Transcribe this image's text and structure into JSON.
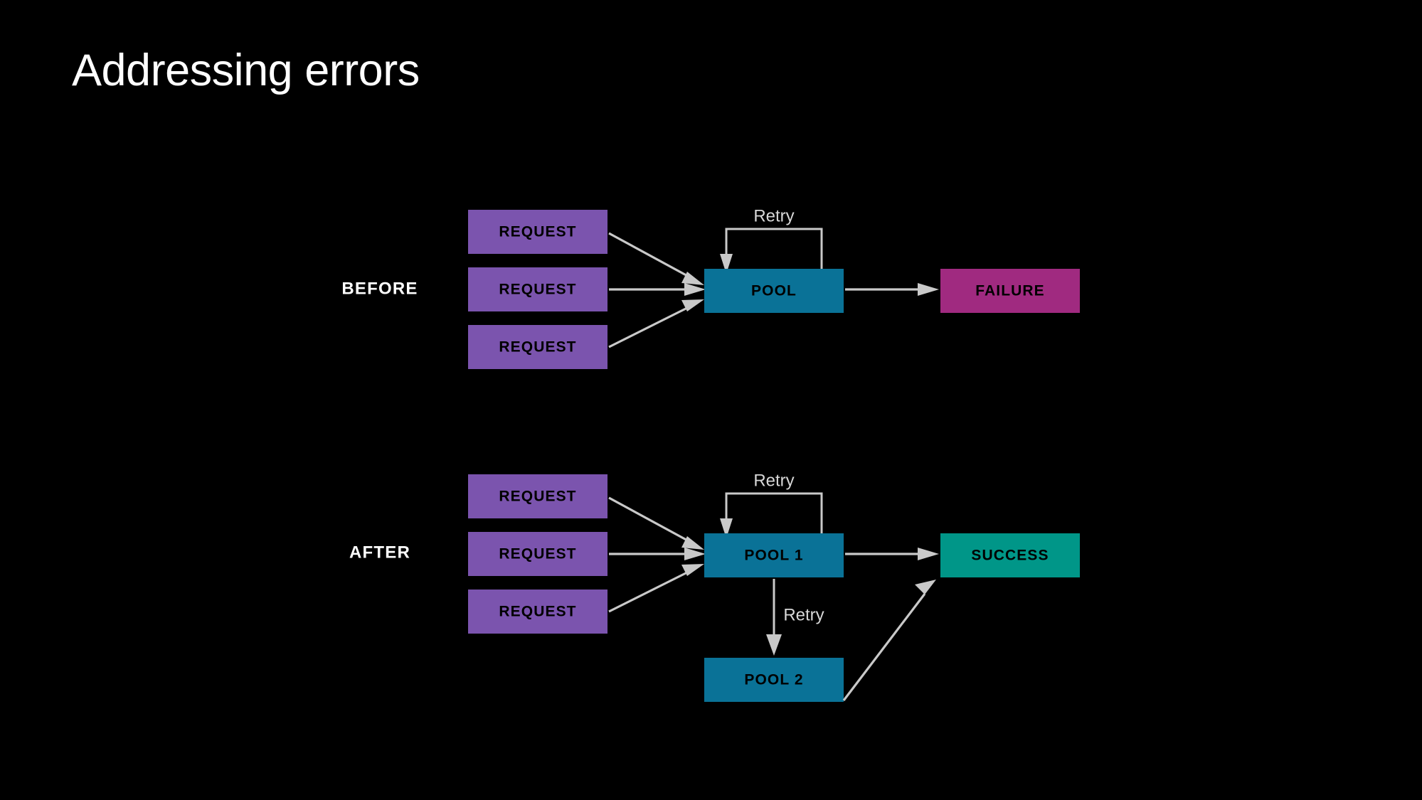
{
  "slide": {
    "title": "Addressing errors",
    "background_color": "#000000"
  },
  "colors": {
    "request": "#7b54ae",
    "pool": "#0a7297",
    "failure": "#a02a80",
    "success": "#009688",
    "arrow": "#c9c9c9",
    "title_text": "#ffffff",
    "box_text": "#000000",
    "retry_text": "#d8d8d8"
  },
  "sections": [
    {
      "id": "before",
      "label": "BEFORE",
      "requests": [
        {
          "label": "REQUEST"
        },
        {
          "label": "REQUEST"
        },
        {
          "label": "REQUEST"
        }
      ],
      "pools": [
        {
          "label": "POOL"
        }
      ],
      "outcome": {
        "label": "FAILURE",
        "kind": "failure"
      },
      "retry_labels": [
        {
          "label": "Retry",
          "target": "POOL"
        }
      ]
    },
    {
      "id": "after",
      "label": "AFTER",
      "requests": [
        {
          "label": "REQUEST"
        },
        {
          "label": "REQUEST"
        },
        {
          "label": "REQUEST"
        }
      ],
      "pools": [
        {
          "label": "POOL 1"
        },
        {
          "label": "POOL 2"
        }
      ],
      "outcome": {
        "label": "SUCCESS",
        "kind": "success"
      },
      "retry_labels": [
        {
          "label": "Retry",
          "target": "POOL 1"
        },
        {
          "label": "Retry",
          "target": "POOL 2"
        }
      ]
    }
  ]
}
